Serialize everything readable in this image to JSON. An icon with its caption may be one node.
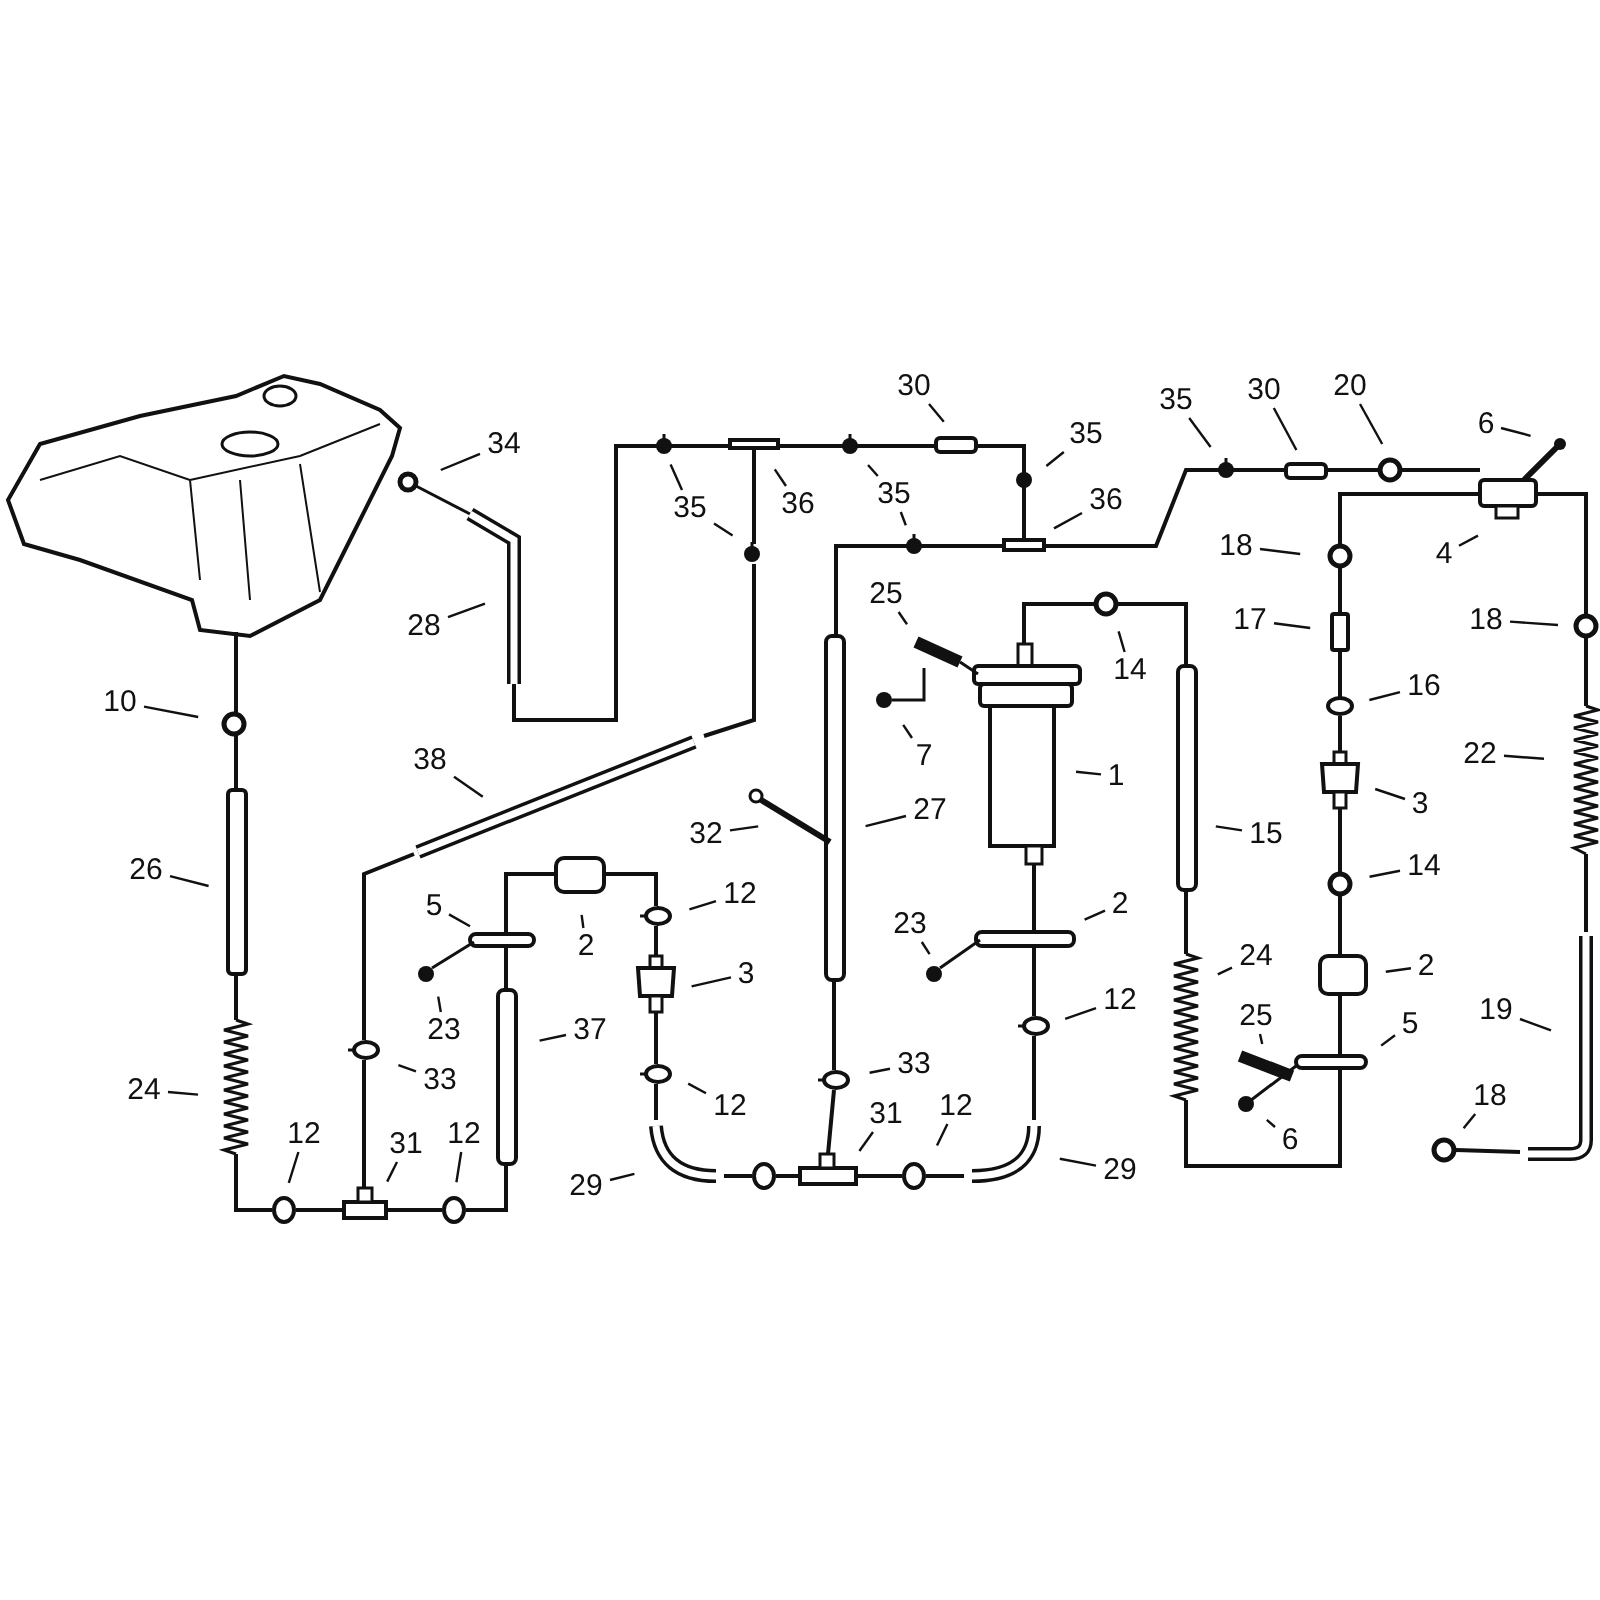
{
  "diagram": {
    "nodes": [
      {
        "text": [
          "34"
        ]
      },
      {
        "text": [
          "28"
        ]
      },
      {
        "text": [
          "10"
        ]
      },
      {
        "text": [
          "26"
        ]
      },
      {
        "text": [
          "24"
        ]
      },
      {
        "text": [
          "38"
        ]
      },
      {
        "text": [
          "35"
        ]
      },
      {
        "text": [
          "36"
        ]
      },
      {
        "text": [
          "32"
        ]
      },
      {
        "text": [
          "30"
        ]
      },
      {
        "text": [
          "35"
        ]
      },
      {
        "text": [
          "35"
        ]
      },
      {
        "text": [
          "36"
        ]
      },
      {
        "text": [
          "25"
        ]
      },
      {
        "text": [
          "7"
        ]
      },
      {
        "text": [
          "14"
        ]
      },
      {
        "text": [
          "1"
        ]
      },
      {
        "text": [
          "27"
        ]
      },
      {
        "text": [
          "15"
        ]
      },
      {
        "text": [
          "35"
        ]
      },
      {
        "text": [
          "30"
        ]
      },
      {
        "text": [
          "20"
        ]
      },
      {
        "text": [
          "6"
        ]
      },
      {
        "text": [
          "4"
        ]
      },
      {
        "text": [
          "18"
        ]
      },
      {
        "text": [
          "17"
        ]
      },
      {
        "text": [
          "16"
        ]
      },
      {
        "text": [
          "3"
        ]
      },
      {
        "text": [
          "14"
        ]
      },
      {
        "text": [
          "18"
        ]
      },
      {
        "text": [
          "22"
        ]
      },
      {
        "text": [
          "2"
        ]
      },
      {
        "text": [
          "12"
        ]
      },
      {
        "text": [
          "3"
        ]
      },
      {
        "text": [
          "5"
        ]
      },
      {
        "text": [
          "23"
        ]
      },
      {
        "text": [
          "37"
        ]
      },
      {
        "text": [
          "33"
        ]
      },
      {
        "text": [
          "12"
        ]
      },
      {
        "text": [
          "12"
        ]
      },
      {
        "text": [
          "31"
        ]
      },
      {
        "text": [
          "12"
        ]
      },
      {
        "text": [
          "29"
        ]
      },
      {
        "text": [
          "23"
        ]
      },
      {
        "text": [
          "2"
        ]
      },
      {
        "text": [
          "12"
        ]
      },
      {
        "text": [
          "33"
        ]
      },
      {
        "text": [
          "31"
        ]
      },
      {
        "text": [
          "12"
        ]
      },
      {
        "text": [
          "29"
        ]
      },
      {
        "text": [
          "24"
        ]
      },
      {
        "text": [
          "2"
        ]
      },
      {
        "text": [
          "5"
        ]
      },
      {
        "text": [
          "25"
        ]
      },
      {
        "text": [
          "6"
        ]
      },
      {
        "text": [
          "19"
        ]
      },
      {
        "text": [
          "18"
        ]
      }
    ],
    "edges": [
      {
        "from": 0,
        "to": null,
        "arrow": "none"
      },
      {
        "from": 1,
        "to": null,
        "arrow": "none"
      },
      {
        "from": 2,
        "to": null,
        "arrow": "none"
      },
      {
        "from": 3,
        "to": null,
        "arrow": "none"
      },
      {
        "from": 4,
        "to": null,
        "arrow": "none"
      },
      {
        "from": 5,
        "to": null,
        "arrow": "none"
      },
      {
        "from": 6,
        "to": null,
        "arrow": "none"
      },
      {
        "from": 6,
        "to": null,
        "arrow": "none"
      },
      {
        "from": 7,
        "to": null,
        "arrow": "none"
      },
      {
        "from": 8,
        "to": null,
        "arrow": "none"
      },
      {
        "from": 9,
        "to": null,
        "arrow": "none"
      },
      {
        "from": 10,
        "to": null,
        "arrow": "none"
      },
      {
        "from": 11,
        "to": null,
        "arrow": "none"
      },
      {
        "from": 11,
        "to": null,
        "arrow": "none"
      },
      {
        "from": 12,
        "to": null,
        "arrow": "none"
      },
      {
        "from": 13,
        "to": null,
        "arrow": "none"
      },
      {
        "from": 14,
        "to": null,
        "arrow": "none"
      },
      {
        "from": 15,
        "to": null,
        "arrow": "none"
      },
      {
        "from": 16,
        "to": null,
        "arrow": "none"
      },
      {
        "from": 17,
        "to": null,
        "arrow": "none"
      },
      {
        "from": 18,
        "to": null,
        "arrow": "none"
      },
      {
        "from": 19,
        "to": null,
        "arrow": "none"
      },
      {
        "from": 20,
        "to": null,
        "arrow": "none"
      },
      {
        "from": 21,
        "to": null,
        "arrow": "none"
      },
      {
        "from": 22,
        "to": null,
        "arrow": "none"
      },
      {
        "from": 23,
        "to": null,
        "arrow": "none"
      },
      {
        "from": 24,
        "to": null,
        "arrow": "none"
      },
      {
        "from": 25,
        "to": null,
        "arrow": "none"
      },
      {
        "from": 26,
        "to": null,
        "arrow": "none"
      },
      {
        "from": 27,
        "to": null,
        "arrow": "none"
      },
      {
        "from": 28,
        "to": null,
        "arrow": "none"
      },
      {
        "from": 29,
        "to": null,
        "arrow": "none"
      },
      {
        "from": 30,
        "to": null,
        "arrow": "none"
      },
      {
        "from": 31,
        "to": null,
        "arrow": "none"
      },
      {
        "from": 32,
        "to": null,
        "arrow": "none"
      },
      {
        "from": 33,
        "to": null,
        "arrow": "none"
      },
      {
        "from": 34,
        "to": null,
        "arrow": "none"
      },
      {
        "from": 35,
        "to": null,
        "arrow": "none"
      },
      {
        "from": 36,
        "to": null,
        "arrow": "none"
      },
      {
        "from": 37,
        "to": null,
        "arrow": "none"
      },
      {
        "from": 38,
        "to": null,
        "arrow": "none"
      },
      {
        "from": 39,
        "to": null,
        "arrow": "none"
      },
      {
        "from": 40,
        "to": null,
        "arrow": "none"
      },
      {
        "from": 41,
        "to": null,
        "arrow": "none"
      },
      {
        "from": 42,
        "to": null,
        "arrow": "none"
      },
      {
        "from": 43,
        "to": null,
        "arrow": "none"
      },
      {
        "from": 44,
        "to": null,
        "arrow": "none"
      },
      {
        "from": 45,
        "to": null,
        "arrow": "none"
      },
      {
        "from": 46,
        "to": null,
        "arrow": "none"
      },
      {
        "from": 47,
        "to": null,
        "arrow": "none"
      },
      {
        "from": 48,
        "to": null,
        "arrow": "none"
      },
      {
        "from": 49,
        "to": null,
        "arrow": "none"
      },
      {
        "from": 50,
        "to": null,
        "arrow": "none"
      },
      {
        "from": 51,
        "to": null,
        "arrow": "none"
      },
      {
        "from": 52,
        "to": null,
        "arrow": "none"
      },
      {
        "from": 53,
        "to": null,
        "arrow": "none"
      },
      {
        "from": 54,
        "to": null,
        "arrow": "none"
      },
      {
        "from": 55,
        "to": null,
        "arrow": "none"
      },
      {
        "from": 56,
        "to": null,
        "arrow": "none"
      }
    ]
  }
}
